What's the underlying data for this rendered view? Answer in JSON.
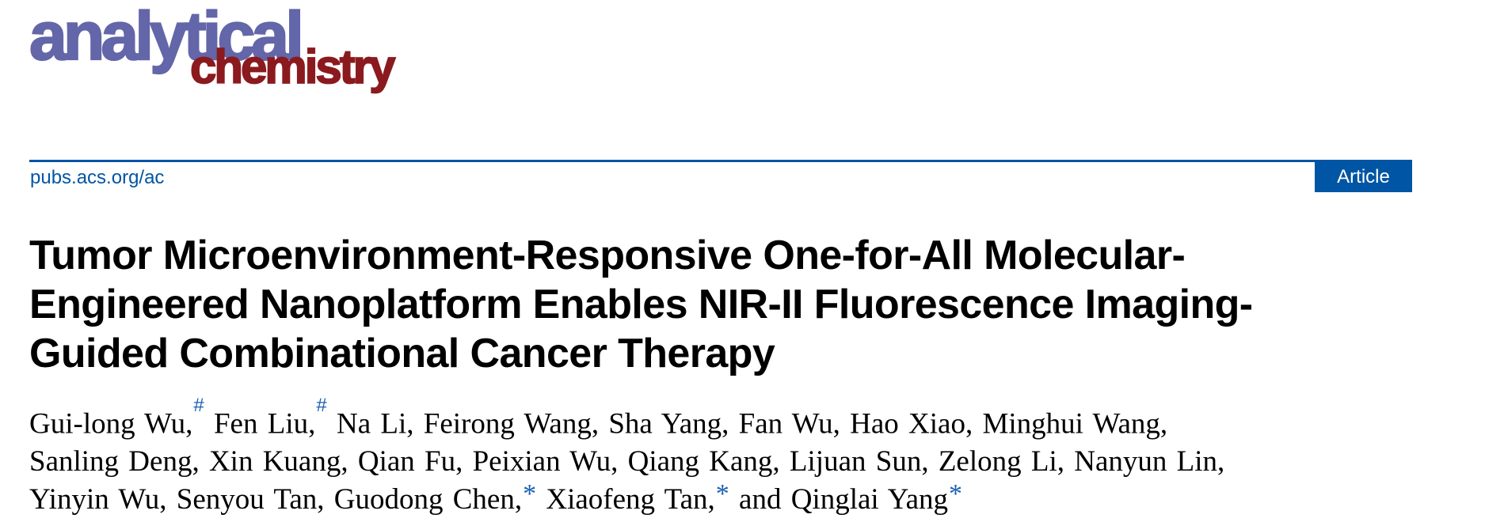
{
  "colors": {
    "logo_primary": "#6366a8",
    "logo_secondary": "#8b1a1e",
    "brand_blue": "#0055a5",
    "affiliation_mark": "#1a5fb4",
    "text": "#000000"
  },
  "logo": {
    "line1": "analytical",
    "line2": "chemistry"
  },
  "header": {
    "journal_url": "pubs.acs.org/ac",
    "article_type": "Article"
  },
  "title": {
    "lines": [
      "Tumor Microenvironment-Responsive One-for-All Molecular-",
      "Engineered Nanoplatform Enables NIR-II Fluorescence Imaging-",
      "Guided Combinational Cancer Therapy"
    ]
  },
  "authors": {
    "lines": [
      [
        {
          "name": "Gui-long Wu,",
          "mark": "#"
        },
        {
          "name": " Fen Liu,",
          "mark": "#"
        },
        {
          "name": " Na Li, Feirong Wang, Sha Yang, Fan Wu, Hao Xiao, Minghui Wang,",
          "mark": ""
        }
      ],
      [
        {
          "name": "Sanling Deng, Xin Kuang, Qian Fu, Peixian Wu, Qiang Kang, Lijuan Sun, Zelong Li, Nanyun Lin,",
          "mark": ""
        }
      ],
      [
        {
          "name": "Yinyin Wu, Senyou Tan, Guodong Chen,",
          "mark": "*"
        },
        {
          "name": " Xiaofeng Tan,",
          "mark": "*"
        },
        {
          "name": " and Qinglai Yang",
          "mark": "*"
        }
      ]
    ]
  }
}
